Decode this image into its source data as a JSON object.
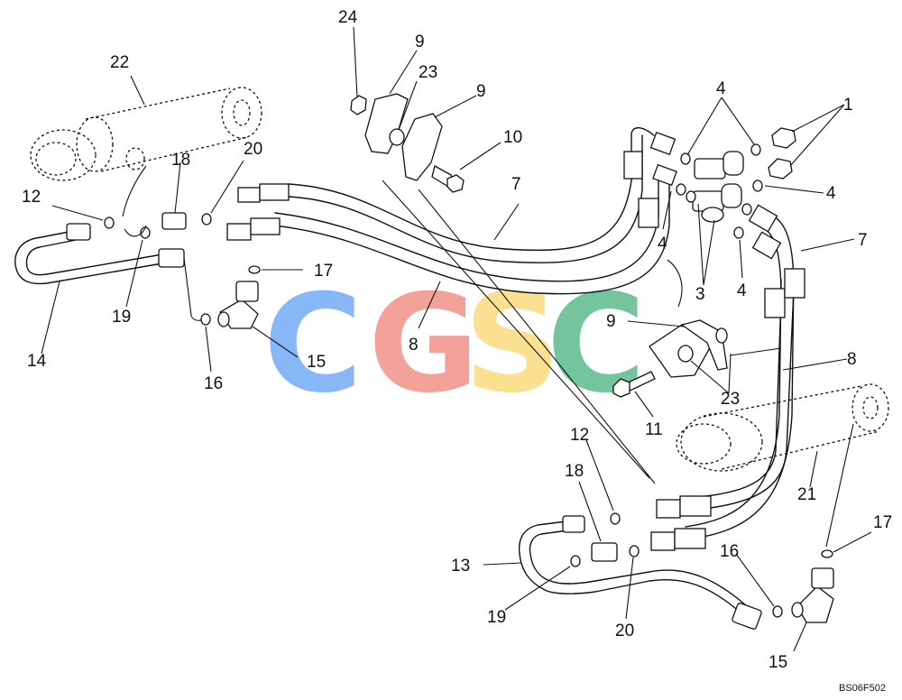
{
  "drawing_code": "BS06F502",
  "watermark": {
    "letters": [
      "C",
      "G",
      "S",
      "C"
    ],
    "colors": [
      "#5b9cf4",
      "#ee7f72",
      "#fbd567",
      "#3fae7a"
    ]
  },
  "callouts": [
    "1",
    "3",
    "4",
    "7",
    "8",
    "9",
    "10",
    "11",
    "12",
    "13",
    "14",
    "15",
    "16",
    "17",
    "18",
    "19",
    "20",
    "21",
    "22",
    "23",
    "24"
  ]
}
